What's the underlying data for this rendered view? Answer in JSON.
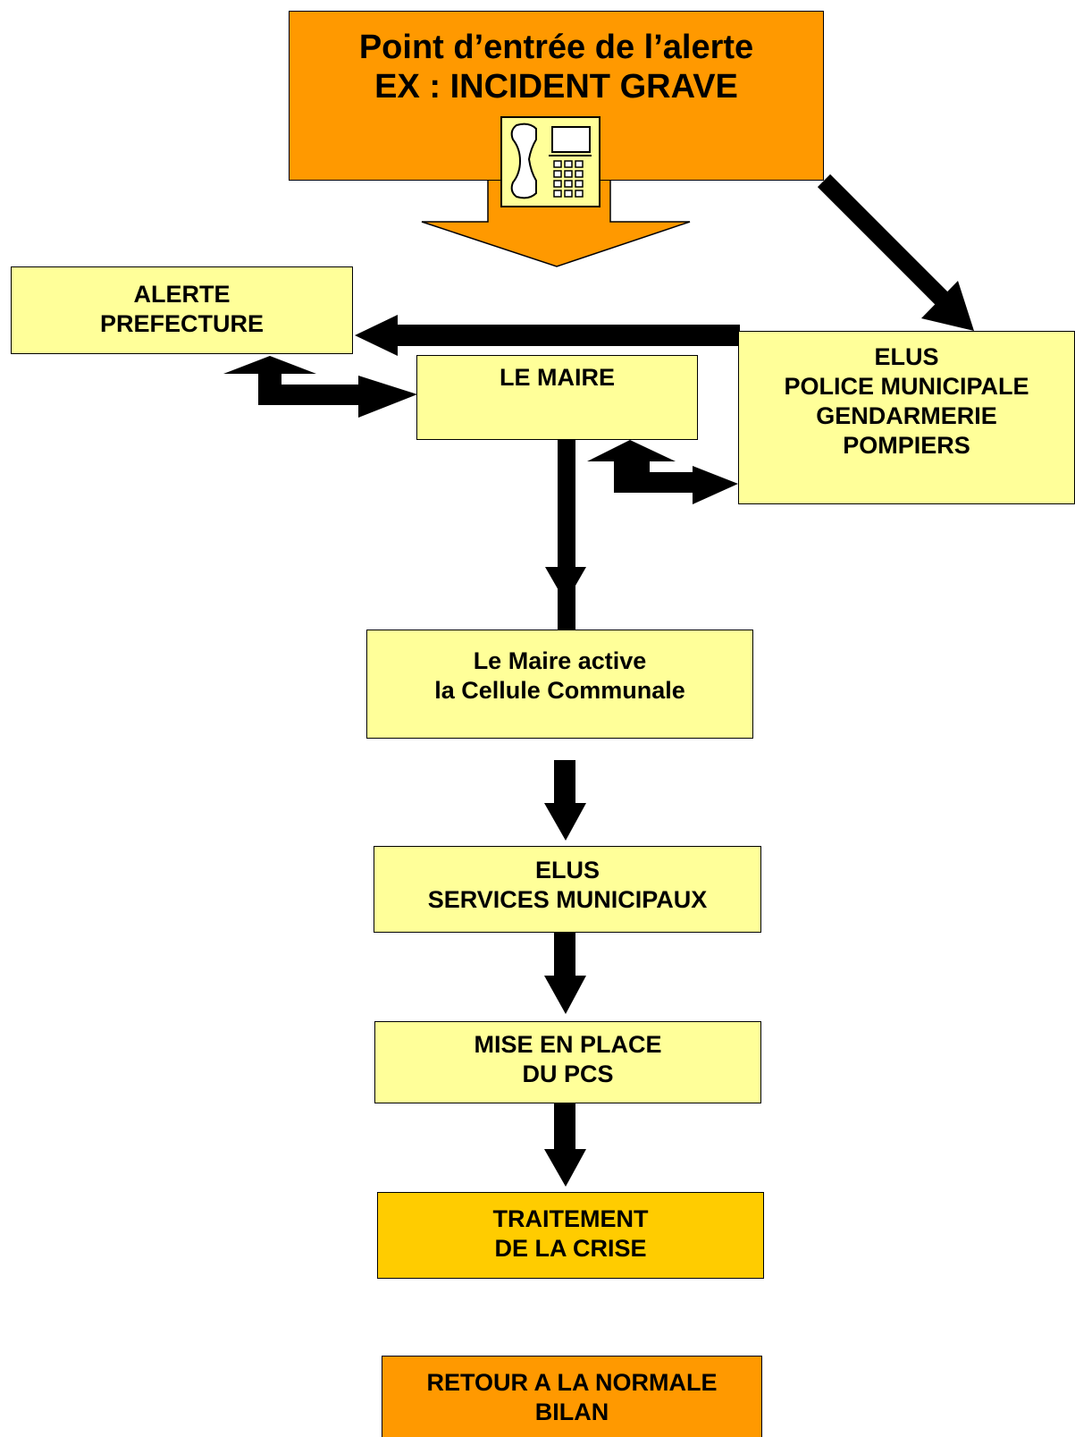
{
  "entry": {
    "line1": "Point d’entrée de l’alerte",
    "line2": "EX : INCIDENT GRAVE",
    "icon": "phone-icon"
  },
  "prefecture": {
    "line1": "ALERTE",
    "line2": "PREFECTURE"
  },
  "maire": {
    "line1": "LE MAIRE"
  },
  "services": {
    "line1": "ELUS",
    "line2": "POLICE MUNICIPALE",
    "line3": "GENDARMERIE",
    "line4": "POMPIERS"
  },
  "cellule": {
    "line1": "Le Maire active",
    "line2": "la Cellule Communale"
  },
  "elus": {
    "line1": "ELUS",
    "line2": "SERVICES MUNICIPAUX"
  },
  "pcs": {
    "line1": "MISE EN PLACE",
    "line2": "DU PCS"
  },
  "crise": {
    "line1": "TRAITEMENT",
    "line2": "DE LA CRISE"
  },
  "retour": {
    "line1": "RETOUR A LA NORMALE",
    "line2": "BILAN"
  },
  "colors": {
    "entry": "#ff9900",
    "box": "#ffff99",
    "crise": "#ffcc00",
    "retour": "#ff9900",
    "arrow": "#000000"
  }
}
